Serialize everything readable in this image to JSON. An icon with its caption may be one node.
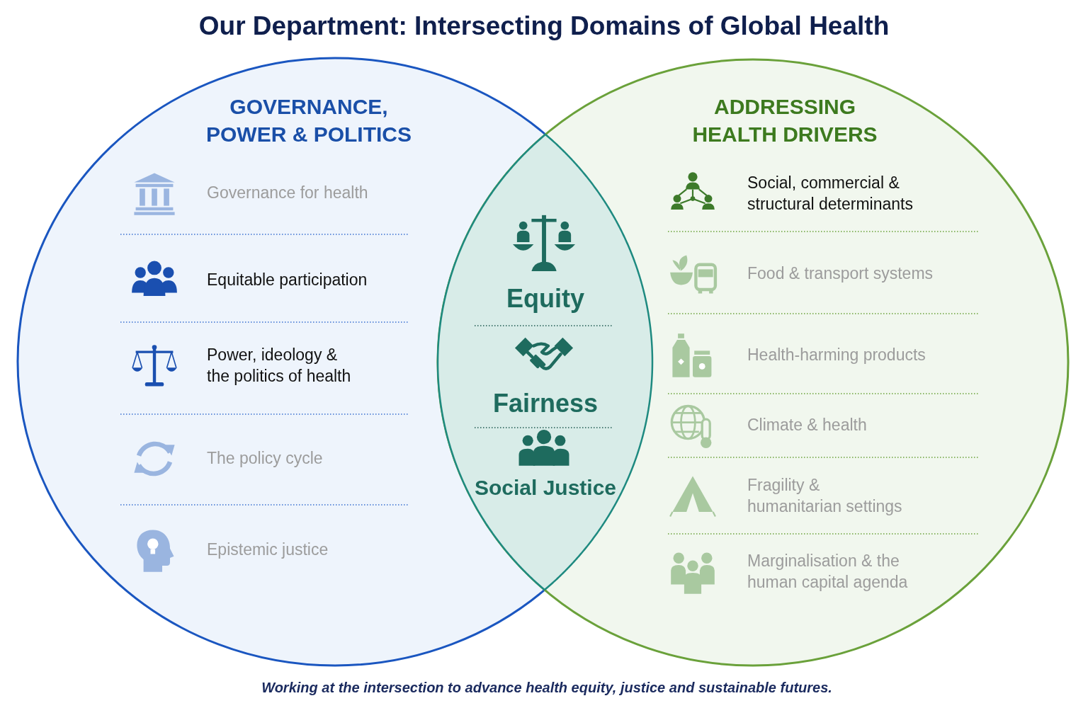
{
  "diagram": {
    "title": "Our Department: Intersecting Domains of Global Health",
    "nodes": [
      {
        "text": [
          "GOVERNANCE, POWER & POLITICS",
          "Governance for health",
          "Equitable participation",
          "Power, ideology & the politics of health",
          "The policy cycle",
          "Epistemic justice"
        ]
      },
      {
        "text": [
          "ADDRESSING HEALTH DRIVERS",
          "Social, commercial & structural determinants",
          "Food & transport systems",
          "Health-harming products",
          "Climate & health",
          "Fragility & humanitarian settings",
          "Marginalisation & the human capital agenda"
        ]
      },
      {
        "text": [
          "Equity",
          "Fairness",
          "Social Justice"
        ]
      }
    ],
    "caption": "Working at the intersection to advance health equity, justice and sustainable futures."
  }
}
